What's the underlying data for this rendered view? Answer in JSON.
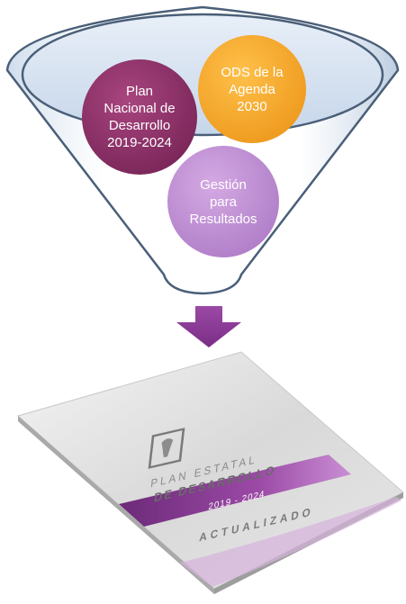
{
  "funnel": {
    "circles": [
      {
        "id": "pnd",
        "label": "Plan\nNacional de\nDesarrollo\n2019-2024",
        "color": "#8e2f6c"
      },
      {
        "id": "ods",
        "label": "ODS de la\nAgenda\n2030",
        "color": "#f5a12a"
      },
      {
        "id": "gpr",
        "label": "Gestión\npara\nResultados",
        "color": "#c08fd4"
      }
    ]
  },
  "arrow": {
    "color": "#8b3a96",
    "icon": "down-arrow-icon"
  },
  "book": {
    "line1": "PLAN ESTATAL",
    "line2": "DE DESARROLLO",
    "years": "2019 - 2024",
    "status": "ACTUALIZADO",
    "band_color": "#8b3a96",
    "logo": "state-seal-logo"
  }
}
